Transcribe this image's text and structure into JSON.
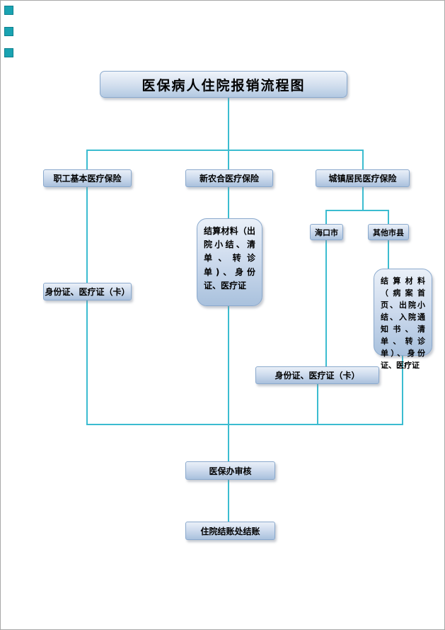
{
  "title": "医保病人住院报销流程图",
  "branches": [
    {
      "label": "职工基本医疗保险"
    },
    {
      "label": "新农合医疗保险"
    },
    {
      "label": "城镇居民医疗保险"
    }
  ],
  "sub_branches": [
    {
      "label": "海口市"
    },
    {
      "label": "其他市县"
    }
  ],
  "materials": {
    "left_id": "身份证、医疗证（卡）",
    "mid": "结算材料（出院小结、清单、转诊单)、身份证、医疗证",
    "right": "结算材料（病案首页、出院小结、入院通知书、清单、转诊单）、身份证、医疗证",
    "haikou_id": "身份证、医疗证（卡）"
  },
  "steps": {
    "review": "医保办审核",
    "settlement": "住院结账处结账"
  },
  "colors": {
    "connector": "#3bbcd0",
    "box_border": "#8aa9cd",
    "marker": "#1aa3b2"
  }
}
